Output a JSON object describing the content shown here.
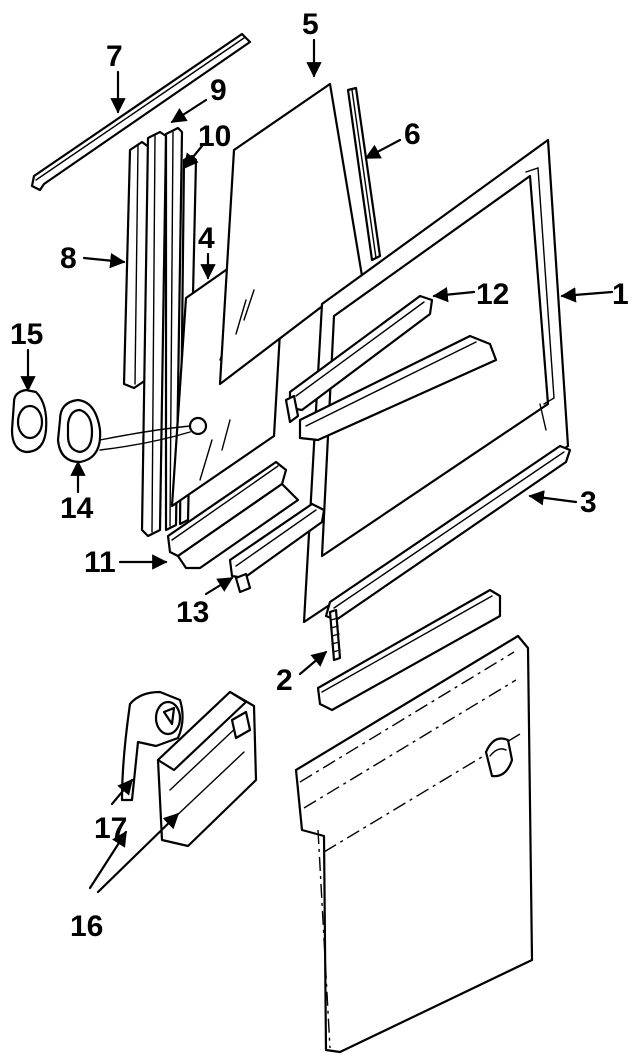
{
  "callouts": [
    {
      "id": "1",
      "label": "1",
      "part": "door-frame-panel"
    },
    {
      "id": "2",
      "label": "2",
      "part": "stud"
    },
    {
      "id": "3",
      "label": "3",
      "part": "belt-weatherstrip"
    },
    {
      "id": "4",
      "label": "4",
      "part": "fixed-glass"
    },
    {
      "id": "5",
      "label": "5",
      "part": "movable-glass"
    },
    {
      "id": "6",
      "label": "6",
      "part": "glass-run-channel"
    },
    {
      "id": "7",
      "label": "7",
      "part": "upper-track-strip"
    },
    {
      "id": "8",
      "label": "8",
      "part": "outer-channel"
    },
    {
      "id": "9",
      "label": "9",
      "part": "division-bar"
    },
    {
      "id": "10",
      "label": "10",
      "part": "inner-channel"
    },
    {
      "id": "11",
      "label": "11",
      "part": "lower-channel"
    },
    {
      "id": "12",
      "label": "12",
      "part": "upper-sash"
    },
    {
      "id": "13",
      "label": "13",
      "part": "lower-sash"
    },
    {
      "id": "14",
      "label": "14",
      "part": "latch-bezel"
    },
    {
      "id": "15",
      "label": "15",
      "part": "latch-knob"
    },
    {
      "id": "16",
      "label": "16",
      "part": "bracket"
    },
    {
      "id": "17",
      "label": "17",
      "part": "roller"
    }
  ],
  "colors": {
    "ink": "#000000",
    "background": "#ffffff"
  }
}
